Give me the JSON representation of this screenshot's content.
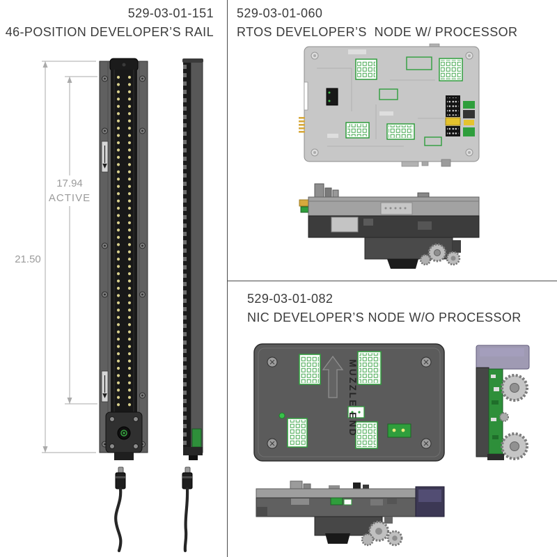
{
  "rail": {
    "part_number": "529-03-01-151",
    "title": "46-POSITION DEVELOPER’S RAIL",
    "dim_active_value": "17.94",
    "dim_active_label": "ACTIVE",
    "dim_overall": "21.50"
  },
  "rtos": {
    "part_number": "529-03-01-060",
    "title": "RTOS DEVELOPER’S  NODE W/ PROCESSOR"
  },
  "nic": {
    "part_number": "529-03-01-082",
    "title": "NIC DEVELOPER’S NODE W/O PROCESSOR",
    "muzzle_label": "MUZZLE END"
  },
  "icons": {
    "muzzle-direction-arrow": "▲",
    "forward-direction-arrow": "▼",
    "dimension-arrow": "↕"
  },
  "palette": {
    "connector_green": "#2f9e3c",
    "pcb_gray": "#c7c7c7",
    "rail_gray": "#5b5b5b",
    "dimension_gray": "#9b9b9b",
    "jumper_yellow": "#e5c32e",
    "contact_yellow": "#d9d08c",
    "cap_purple": "#928ca9"
  }
}
